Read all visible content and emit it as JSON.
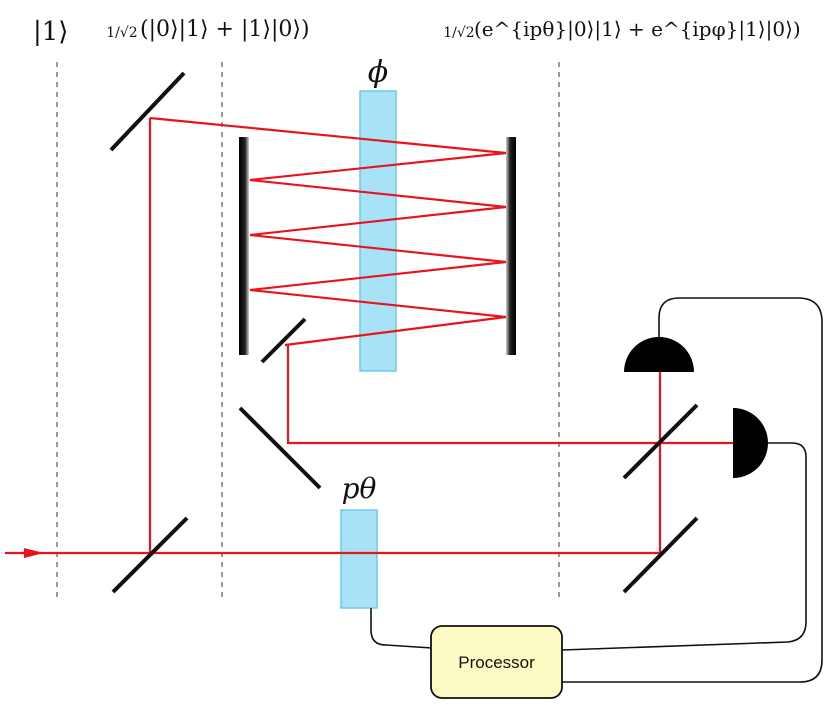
{
  "labels": {
    "state_input": "|1⟩",
    "state_split_coef": "1/√2",
    "state_split_body": "(|0⟩|1⟩ + |1⟩|0⟩)",
    "state_phase_coef": "1/√2",
    "state_phase_body": "(e^{ipθ}|0⟩|1⟩ + e^{ipφ}|1⟩|0⟩)",
    "phi_label": "ϕ",
    "ptheta_label": "pθ",
    "processor_label": "Processor"
  },
  "colors": {
    "beam": "#e8141c",
    "phase_plate_fill": "#a8e2f6",
    "phase_plate_stroke": "#6fc9ea",
    "processor_fill": "#fbfbc3",
    "mirror": "#111111",
    "detector": "#000000",
    "dashed": "#555555"
  },
  "icons": {
    "arrow": "beam-input-arrow-icon",
    "detector": "photodetector-half-disk-icon",
    "mirror": "mirror-bar-icon"
  }
}
